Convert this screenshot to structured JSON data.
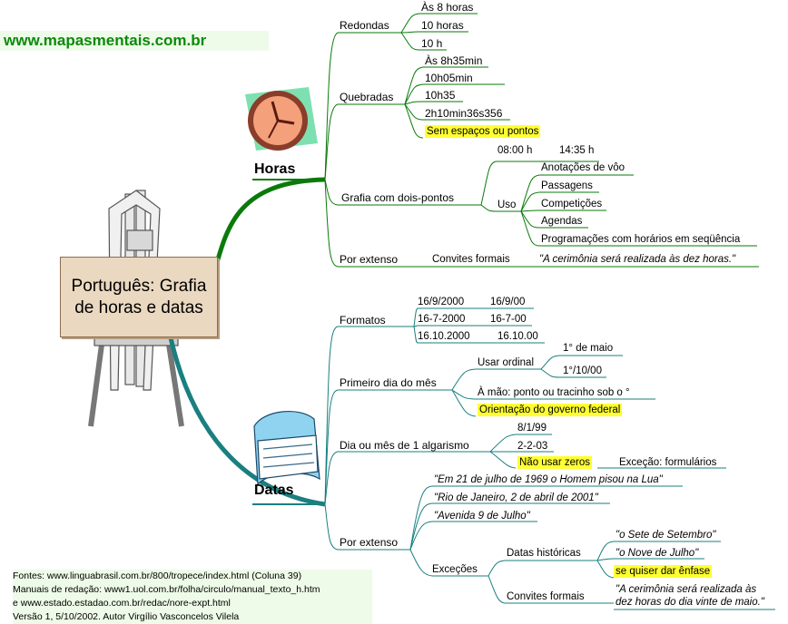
{
  "site": "www.mapasmentais.com.br",
  "central": {
    "line1": "Português: Grafia",
    "line2": "de horas e datas"
  },
  "horas": {
    "label": "Horas",
    "redondas": {
      "label": "Redondas",
      "items": [
        "Às 8 horas",
        "10 horas",
        "10 h"
      ]
    },
    "quebradas": {
      "label": "Quebradas",
      "items": [
        "Às 8h35min",
        "10h05min",
        "10h35",
        "2h10min36s356",
        "Sem espaços ou pontos"
      ]
    },
    "grafia": {
      "label": "Grafia com dois-pontos",
      "ex1": "08:00 h",
      "ex2": "14:35 h",
      "uso": {
        "label": "Uso",
        "items": [
          "Anotações de vôo",
          "Passagens",
          "Competições",
          "Agendas",
          "Programações com horários em seqüência"
        ]
      }
    },
    "extenso": {
      "label": "Por extenso",
      "sub": "Convites formais",
      "quote": "\"A cerimônia será realizada às dez horas.\""
    }
  },
  "datas": {
    "label": "Datas",
    "formatos": {
      "label": "Formatos",
      "pairs": [
        [
          "16/9/2000",
          "16/9/00"
        ],
        [
          "16-7-2000",
          "16-7-00"
        ],
        [
          "16.10.2000",
          "16.10.00"
        ]
      ]
    },
    "primeiro": {
      "label": "Primeiro dia do mês",
      "ordinal": "Usar ordinal",
      "ord1": "1° de maio",
      "ord2": "1°/10/00",
      "mao": "À mão: ponto ou tracinho sob o °",
      "orientacao": "Orientação do governo federal"
    },
    "algarismo": {
      "label": "Dia ou mês de 1 algarismo",
      "items": [
        "8/1/99",
        "2-2-03",
        "Não usar zeros"
      ],
      "excecao": "Exceção: formulários"
    },
    "extenso": {
      "label": "Por extenso",
      "quotes": [
        "\"Em 21 de julho de 1969 o Homem pisou na Lua\"",
        "\"Rio de Janeiro, 2 de abril de 2001\"",
        "\"Avenida 9 de Julho\""
      ],
      "excecoes": {
        "label": "Exceções",
        "historicas": {
          "label": "Datas históricas",
          "items": [
            "\"o Sete de Setembro\"",
            "\"o Nove de Julho\"",
            "se quiser dar ênfase"
          ]
        },
        "convites": {
          "label": "Convites formais",
          "line1": "\"A cerimônia será realizada às",
          "line2": "dez horas do dia vinte de maio.\""
        }
      }
    }
  },
  "footer": [
    "Fontes: www.linguabrasil.com.br/800/tropece/index.html (Coluna 39)",
    "Manuais de redação: www1.uol.com.br/folha/circulo/manual_texto_h.htm",
    "e www.estado.estadao.com.br/redac/nore-expt.html",
    "Versão 1,   5/10/2002. Autor Virgílio Vasconcelos Vilela"
  ],
  "colors": {
    "horas_branch": "#0a7a0a",
    "datas_branch": "#1a7f7f",
    "highlight": "#ffff33",
    "site_text": "#0a8a0a"
  }
}
